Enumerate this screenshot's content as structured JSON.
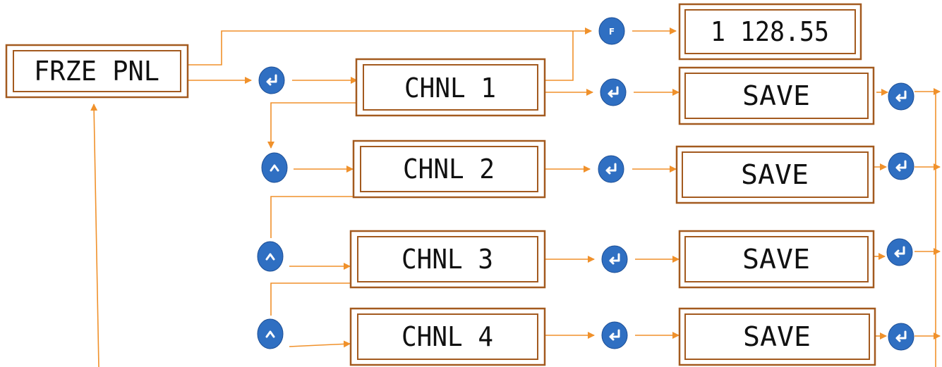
{
  "colors": {
    "arrow": "#f0912b",
    "display_border": "#a35a1f",
    "button": "#2f6fc2",
    "text": "#111111"
  },
  "displays": {
    "frze_pnl": "FRZE PNL",
    "value": "1 128.55",
    "chnl1": "CHNL 1",
    "chnl2": "CHNL 2",
    "chnl3": "CHNL 3",
    "chnl4": "CHNL 4",
    "save1": "SAVE",
    "save2": "SAVE",
    "save3": "SAVE",
    "save4": "SAVE"
  },
  "buttons": {
    "function_label": "F",
    "enter_icon": "enter-icon",
    "up_icon": "up-arrow-icon"
  }
}
